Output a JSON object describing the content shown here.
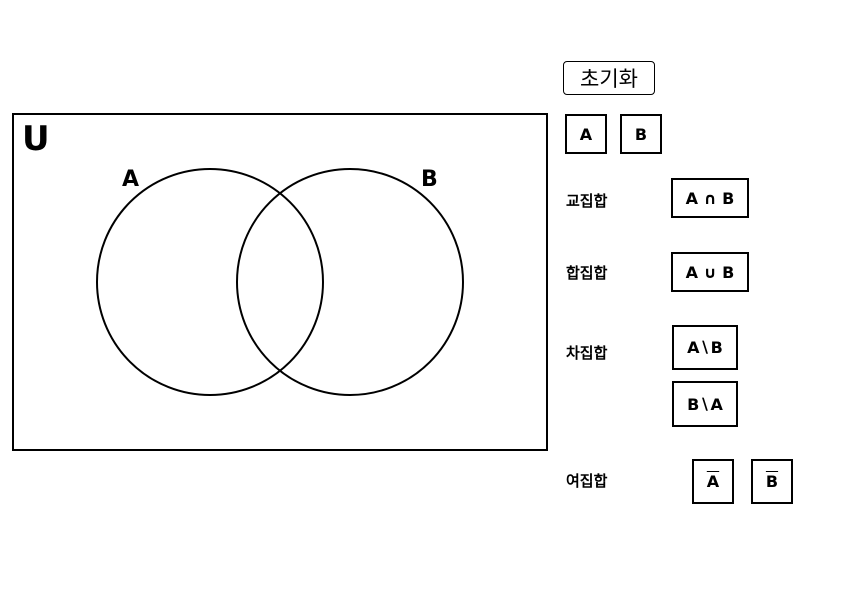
{
  "diagram": {
    "universe_label": "U",
    "set_a_label": "A",
    "set_b_label": "B"
  },
  "controls": {
    "reset_label": "초기화",
    "set_a_button": "A",
    "set_b_button": "B",
    "intersection": {
      "label": "교집합",
      "button": "A ∩ B"
    },
    "union": {
      "label": "합집합",
      "button": "A ∪ B"
    },
    "difference": {
      "label": "차집합",
      "button_a_minus_b": "A∖B",
      "button_b_minus_a": "B∖A"
    },
    "complement": {
      "label": "여집합",
      "button_a": "A",
      "button_b": "B"
    }
  }
}
